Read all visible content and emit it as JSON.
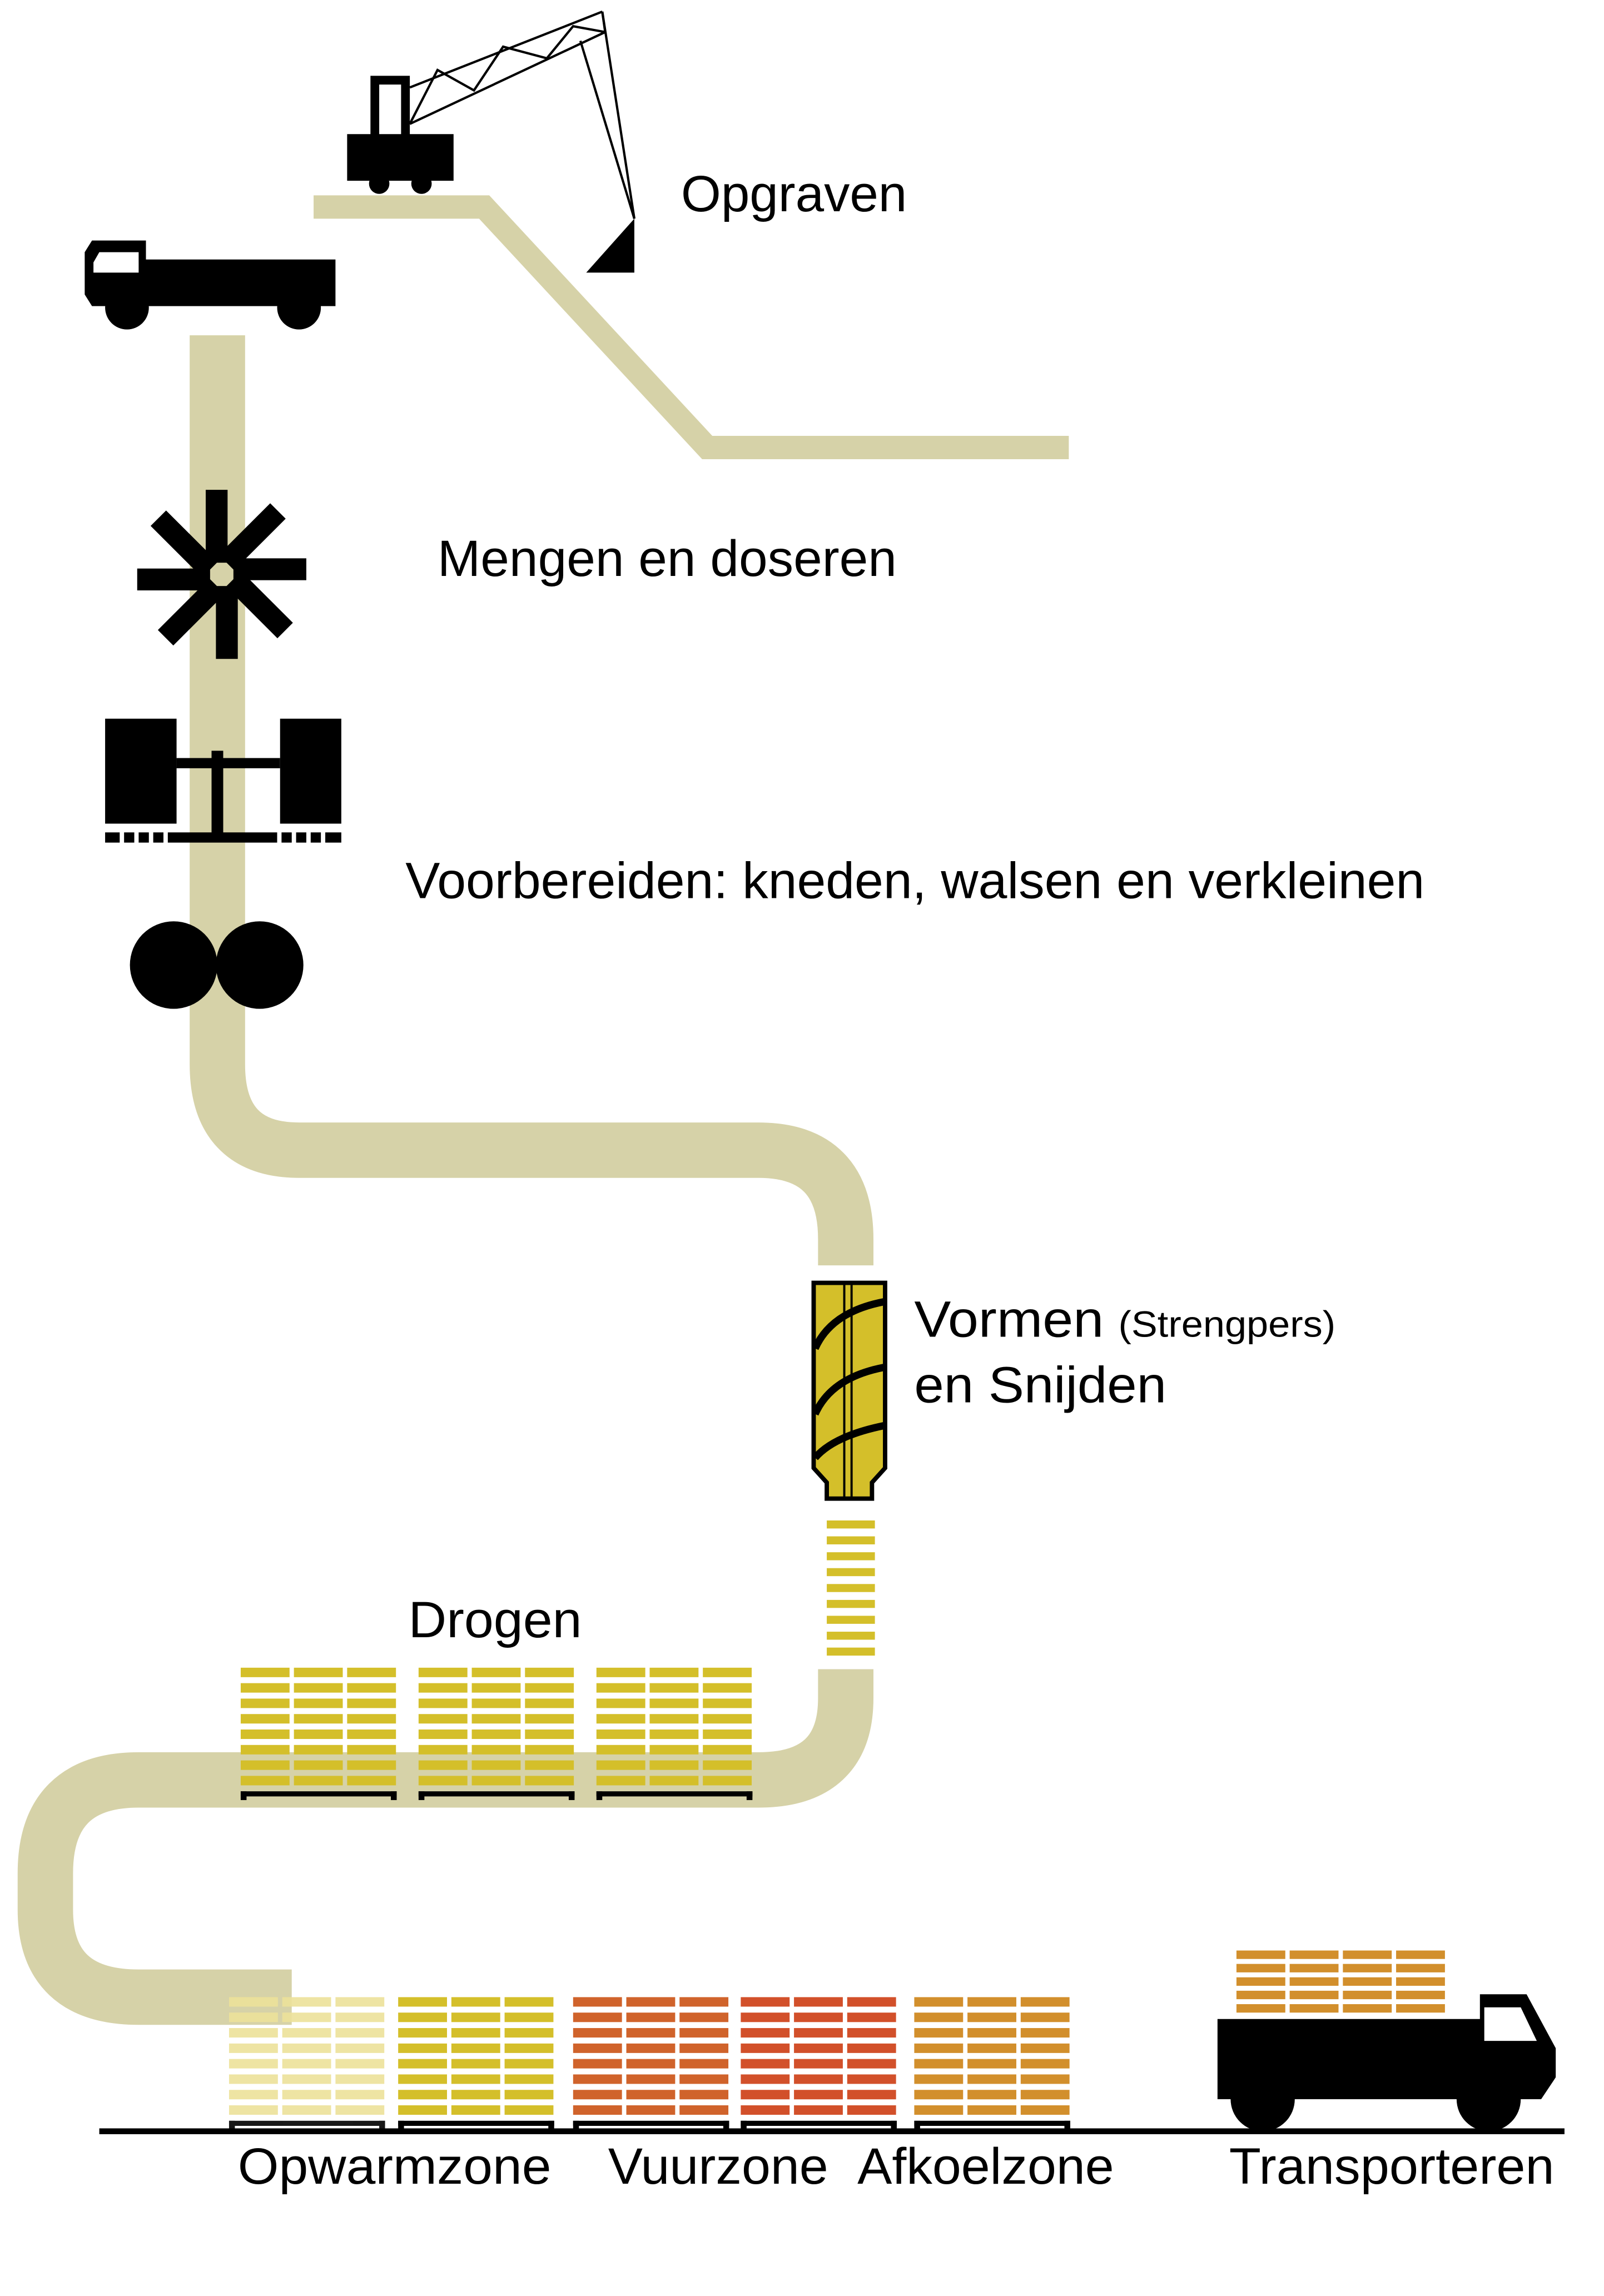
{
  "labels": {
    "opgraven": "Opgraven",
    "mengen": "Mengen en doseren",
    "voorbereiden": "Voorbereiden: kneden, walsen en verkleinen",
    "vormen": "Vormen",
    "strengpers": "(Strengpers)",
    "snijden": "en Snijden",
    "drogen": "Drogen",
    "opwarmzone": "Opwarmzone",
    "vuurzone": "Vuurzone",
    "afkoelzone": "Afkoelzone",
    "transporteren": "Transporteren"
  },
  "colors": {
    "clay": "#d6d2a8",
    "dried": "#d4bf2a",
    "warming": "#ede29a",
    "preheated": "#d4bf2a",
    "fire1": "#d0632b",
    "fire2": "#d2502a",
    "cooling": "#d28f2c",
    "ink": "#000000"
  },
  "drying_pallets": [
    "dried",
    "dried",
    "dried"
  ],
  "kiln_pallets": [
    "warming",
    "preheated",
    "fire1",
    "fire2",
    "cooling"
  ]
}
